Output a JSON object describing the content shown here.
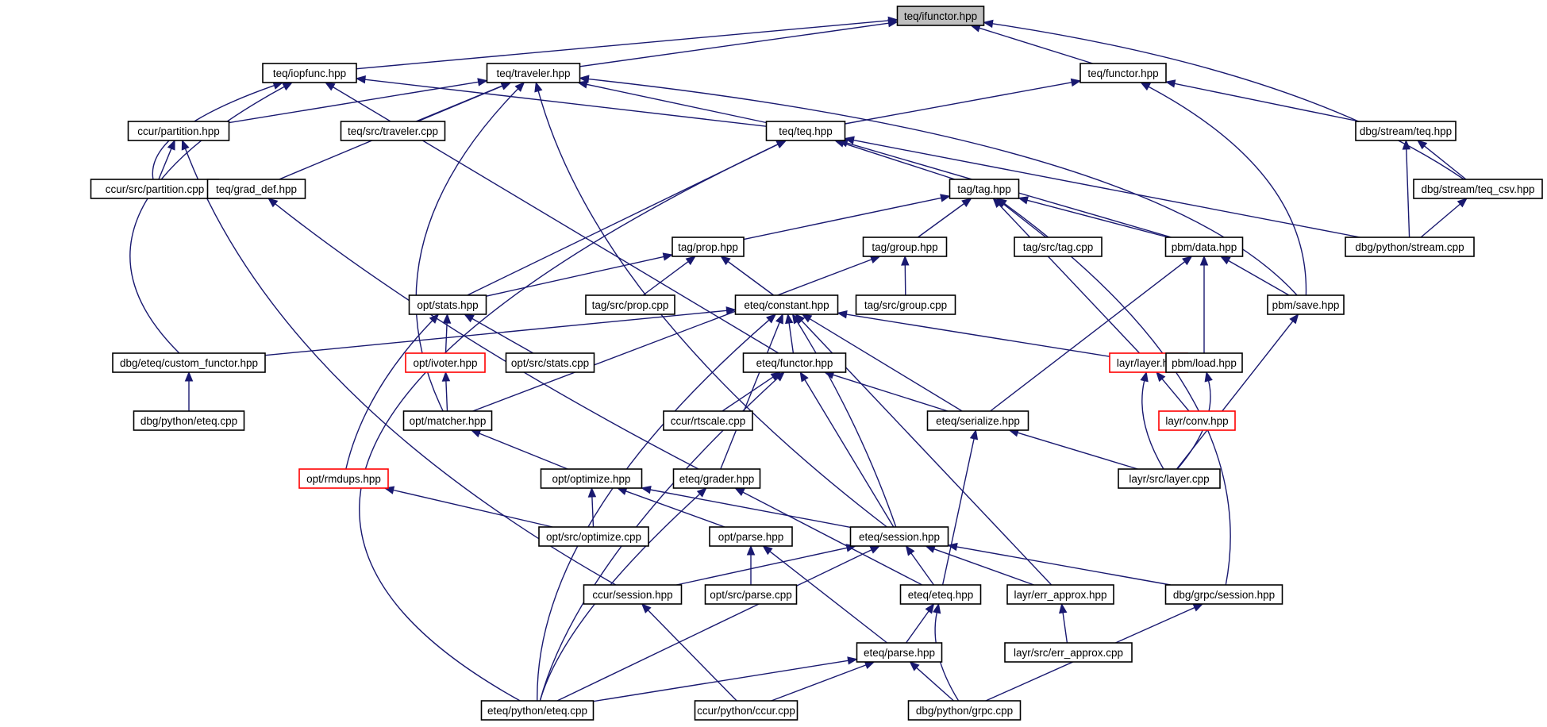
{
  "colors": {
    "edge": "#191970",
    "root_fill": "#bfbfbf",
    "node_border": "#000000",
    "missing_node_border": "#ff0000"
  },
  "nodes": [
    {
      "id": "ifunctor",
      "label": "teq/ifunctor.hpp",
      "kind": "root"
    },
    {
      "id": "iopfunc",
      "label": "teq/iopfunc.hpp"
    },
    {
      "id": "traveler",
      "label": "teq/traveler.hpp"
    },
    {
      "id": "tfunctor",
      "label": "teq/functor.hpp"
    },
    {
      "id": "cpartition",
      "label": "ccur/partition.hpp"
    },
    {
      "id": "travcpp",
      "label": "teq/src/traveler.cpp"
    },
    {
      "id": "teq",
      "label": "teq/teq.hpp"
    },
    {
      "id": "dstreamteq",
      "label": "dbg/stream/teq.hpp"
    },
    {
      "id": "cpartcpp",
      "label": "ccur/src/partition.cpp"
    },
    {
      "id": "graddef",
      "label": "teq/grad_def.hpp"
    },
    {
      "id": "tag",
      "label": "tag/tag.hpp"
    },
    {
      "id": "teqcsv",
      "label": "dbg/stream/teq_csv.hpp"
    },
    {
      "id": "prop",
      "label": "tag/prop.hpp"
    },
    {
      "id": "group",
      "label": "tag/group.hpp"
    },
    {
      "id": "tagcpp",
      "label": "tag/src/tag.cpp"
    },
    {
      "id": "pbmdata",
      "label": "pbm/data.hpp"
    },
    {
      "id": "pystream",
      "label": "dbg/python/stream.cpp"
    },
    {
      "id": "stats",
      "label": "opt/stats.hpp"
    },
    {
      "id": "propcpp",
      "label": "tag/src/prop.cpp"
    },
    {
      "id": "constant",
      "label": "eteq/constant.hpp"
    },
    {
      "id": "groupcpp",
      "label": "tag/src/group.cpp"
    },
    {
      "id": "pbmsave",
      "label": "pbm/save.hpp"
    },
    {
      "id": "custom",
      "label": "dbg/eteq/custom_functor.hpp"
    },
    {
      "id": "ivoter",
      "label": "opt/ivoter.hpp",
      "kind": "missing"
    },
    {
      "id": "statscpp",
      "label": "opt/src/stats.cpp"
    },
    {
      "id": "efunctor",
      "label": "eteq/functor.hpp"
    },
    {
      "id": "layer",
      "label": "layr/layer.hpp",
      "kind": "missing"
    },
    {
      "id": "pbmload",
      "label": "pbm/load.hpp"
    },
    {
      "id": "pyeteqdbg",
      "label": "dbg/python/eteq.cpp"
    },
    {
      "id": "matcher",
      "label": "opt/matcher.hpp"
    },
    {
      "id": "rtscale",
      "label": "ccur/rtscale.cpp"
    },
    {
      "id": "serialize",
      "label": "eteq/serialize.hpp"
    },
    {
      "id": "conv",
      "label": "layr/conv.hpp",
      "kind": "missing"
    },
    {
      "id": "rmdups",
      "label": "opt/rmdups.hpp",
      "kind": "missing"
    },
    {
      "id": "optimize",
      "label": "opt/optimize.hpp"
    },
    {
      "id": "grader",
      "label": "eteq/grader.hpp"
    },
    {
      "id": "layercpp",
      "label": "layr/src/layer.cpp"
    },
    {
      "id": "optcpp",
      "label": "opt/src/optimize.cpp"
    },
    {
      "id": "parseopt",
      "label": "opt/parse.hpp"
    },
    {
      "id": "esession",
      "label": "eteq/session.hpp"
    },
    {
      "id": "csession",
      "label": "ccur/session.hpp"
    },
    {
      "id": "parsecpp",
      "label": "opt/src/parse.cpp"
    },
    {
      "id": "eteqhpp",
      "label": "eteq/eteq.hpp"
    },
    {
      "id": "errapprox",
      "label": "layr/err_approx.hpp"
    },
    {
      "id": "grpcsession",
      "label": "dbg/grpc/session.hpp"
    },
    {
      "id": "errcpp",
      "label": "layr/src/err_approx.cpp"
    },
    {
      "id": "eparse",
      "label": "eteq/parse.hpp"
    },
    {
      "id": "pyeteq",
      "label": "eteq/python/eteq.cpp"
    },
    {
      "id": "pyccur",
      "label": "ccur/python/ccur.cpp"
    },
    {
      "id": "pygrpc",
      "label": "dbg/python/grpc.cpp"
    }
  ],
  "edges": [
    [
      "iopfunc",
      "ifunctor"
    ],
    [
      "traveler",
      "ifunctor"
    ],
    [
      "tfunctor",
      "ifunctor"
    ],
    [
      "teqcsv",
      "ifunctor"
    ],
    [
      "cpartcpp",
      "iopfunc"
    ],
    [
      "custom",
      "iopfunc"
    ],
    [
      "efunctor",
      "iopfunc"
    ],
    [
      "teq",
      "iopfunc"
    ],
    [
      "cpartition",
      "traveler"
    ],
    [
      "travcpp",
      "traveler"
    ],
    [
      "graddef",
      "traveler"
    ],
    [
      "teq",
      "traveler"
    ],
    [
      "matcher",
      "traveler"
    ],
    [
      "esession",
      "traveler"
    ],
    [
      "pbmsave",
      "traveler"
    ],
    [
      "teq",
      "tfunctor"
    ],
    [
      "dstreamteq",
      "tfunctor"
    ],
    [
      "pbmsave",
      "tfunctor"
    ],
    [
      "cpartcpp",
      "cpartition"
    ],
    [
      "csession",
      "cpartition"
    ],
    [
      "tag",
      "teq"
    ],
    [
      "stats",
      "teq"
    ],
    [
      "pyeteq",
      "teq"
    ],
    [
      "pbmdata",
      "teq"
    ],
    [
      "pystream",
      "teq"
    ],
    [
      "teqcsv",
      "dstreamteq"
    ],
    [
      "pystream",
      "dstreamteq"
    ],
    [
      "pystream",
      "teqcsv"
    ],
    [
      "grader",
      "graddef"
    ],
    [
      "prop",
      "tag"
    ],
    [
      "group",
      "tag"
    ],
    [
      "tagcpp",
      "tag"
    ],
    [
      "pbmdata",
      "tag"
    ],
    [
      "layer",
      "tag"
    ],
    [
      "grpcsession",
      "tag"
    ],
    [
      "stats",
      "prop"
    ],
    [
      "propcpp",
      "prop"
    ],
    [
      "constant",
      "prop"
    ],
    [
      "groupcpp",
      "group"
    ],
    [
      "matcher",
      "group"
    ],
    [
      "pbmsave",
      "pbmdata"
    ],
    [
      "pbmload",
      "pbmdata"
    ],
    [
      "serialize",
      "pbmdata"
    ],
    [
      "layercpp",
      "pbmsave"
    ],
    [
      "ivoter",
      "stats"
    ],
    [
      "statscpp",
      "stats"
    ],
    [
      "rmdups",
      "stats"
    ],
    [
      "custom",
      "constant"
    ],
    [
      "efunctor",
      "constant"
    ],
    [
      "layer",
      "constant"
    ],
    [
      "serialize",
      "constant"
    ],
    [
      "grader",
      "constant"
    ],
    [
      "esession",
      "constant"
    ],
    [
      "errapprox",
      "constant"
    ],
    [
      "pyeteq",
      "constant"
    ],
    [
      "pyeteqdbg",
      "custom"
    ],
    [
      "matcher",
      "ivoter"
    ],
    [
      "rtscale",
      "efunctor"
    ],
    [
      "serialize",
      "efunctor"
    ],
    [
      "esession",
      "efunctor"
    ],
    [
      "pyeteq",
      "efunctor"
    ],
    [
      "conv",
      "layer"
    ],
    [
      "layercpp",
      "layer"
    ],
    [
      "layercpp",
      "pbmload"
    ],
    [
      "optimize",
      "matcher"
    ],
    [
      "layercpp",
      "serialize"
    ],
    [
      "eteqhpp",
      "serialize"
    ],
    [
      "optcpp",
      "rmdups"
    ],
    [
      "optcpp",
      "optimize"
    ],
    [
      "parseopt",
      "optimize"
    ],
    [
      "esession",
      "optimize"
    ],
    [
      "eteqhpp",
      "grader"
    ],
    [
      "pyeteq",
      "grader"
    ],
    [
      "parsecpp",
      "parseopt"
    ],
    [
      "eparse",
      "parseopt"
    ],
    [
      "csession",
      "esession"
    ],
    [
      "eteqhpp",
      "esession"
    ],
    [
      "errapprox",
      "esession"
    ],
    [
      "grpcsession",
      "esession"
    ],
    [
      "pyeteq",
      "esession"
    ],
    [
      "pyccur",
      "csession"
    ],
    [
      "eparse",
      "eteqhpp"
    ],
    [
      "pygrpc",
      "eteqhpp"
    ],
    [
      "errcpp",
      "errapprox"
    ],
    [
      "pygrpc",
      "grpcsession"
    ],
    [
      "pyeteq",
      "eparse"
    ],
    [
      "pyccur",
      "eparse"
    ],
    [
      "pygrpc",
      "eparse"
    ]
  ]
}
